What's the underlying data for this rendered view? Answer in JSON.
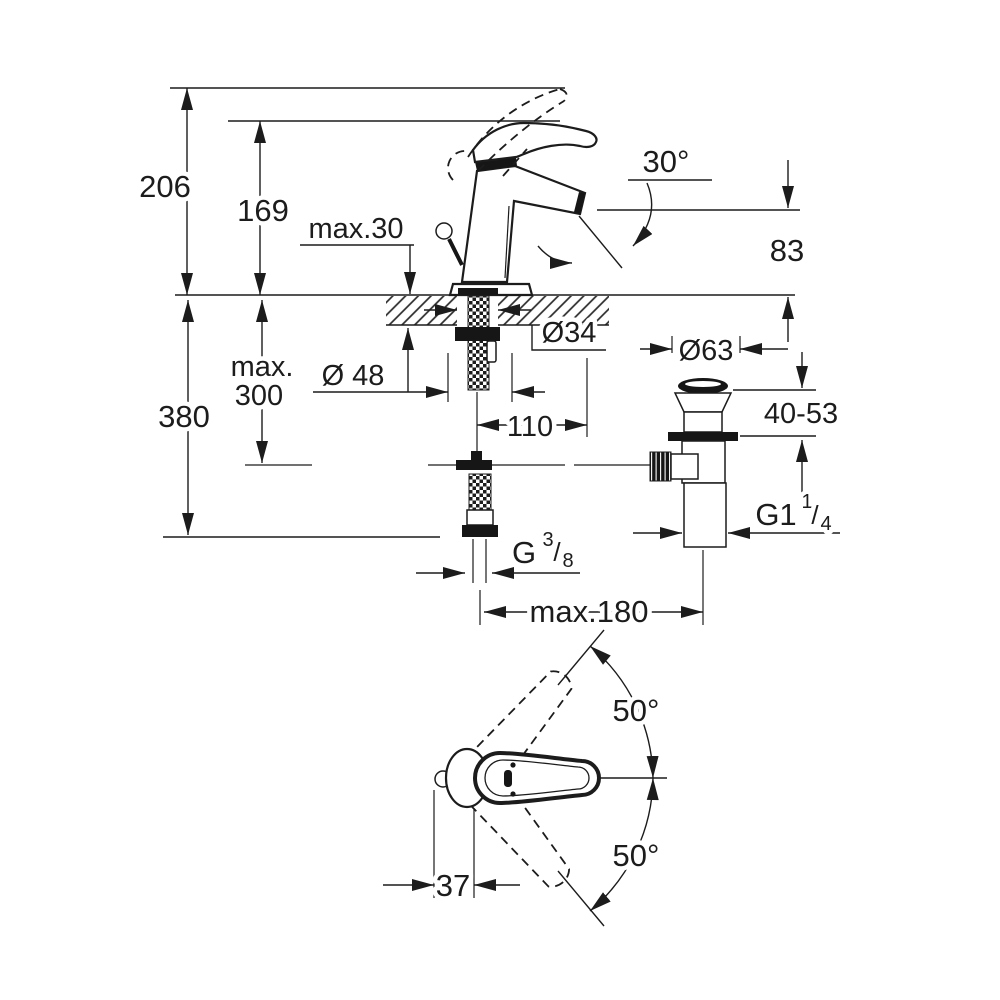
{
  "drawing": {
    "side_view": {
      "labels": {
        "height_total": "206",
        "height_to_spout_top": "169",
        "deck_thickness_max": "max.30",
        "spout_angle": "30°",
        "spout_outlet_height": "83",
        "mounting_depth_line1": "max.",
        "mounting_depth_line2": "300",
        "total_depth": "380",
        "base_diameter": "Ø 48",
        "deck_hole_diameter": "Ø34",
        "waste_flange_diameter": "Ø63",
        "spout_reach": "110",
        "clamping_range": "40-53",
        "hose_reach_max": "max.180",
        "waste_thread": {
          "base": "G1",
          "sup": "1",
          "slash": "/",
          "sub": "4"
        },
        "supply_thread": {
          "base": "G",
          "sup": "3",
          "slash": "/",
          "sub": "8"
        }
      }
    },
    "top_view": {
      "labels": {
        "swivel_angle_upper": "50°",
        "swivel_angle_lower": "50°",
        "rod_offset": "37"
      }
    },
    "colors": {
      "line": "#1c1c1c",
      "background": "#ffffff"
    }
  }
}
